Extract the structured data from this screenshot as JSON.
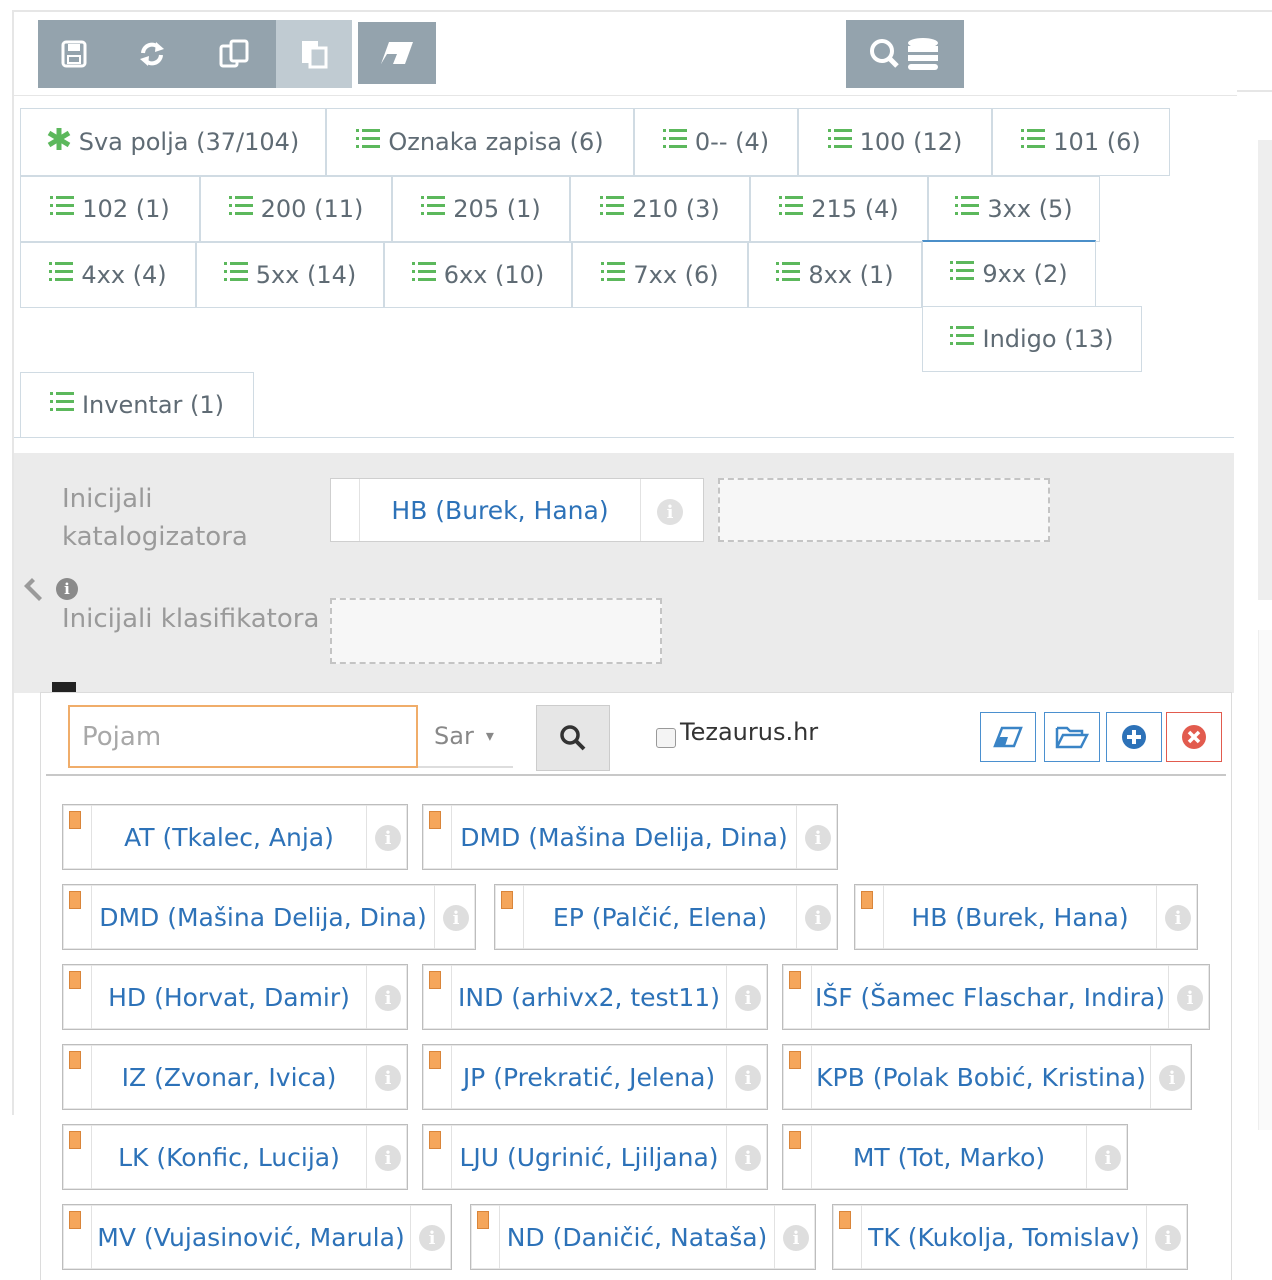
{
  "toolbar": {
    "save_icon": "save-icon",
    "refresh_icon": "refresh-icon",
    "copy_icon": "copy-icon",
    "paste_icon": "paste-icon",
    "eraser_icon": "eraser-icon",
    "search_db_icon": "search-database-icon"
  },
  "tabs": [
    {
      "label": "Sva polja (37/104)",
      "icon": "asterisk-icon"
    },
    {
      "label": "Oznaka zapisa (6)",
      "icon": "list-icon"
    },
    {
      "label": "0-- (4)",
      "icon": "list-icon"
    },
    {
      "label": "100 (12)",
      "icon": "list-icon"
    },
    {
      "label": "101 (6)",
      "icon": "list-icon"
    },
    {
      "label": "102 (1)",
      "icon": "list-icon"
    },
    {
      "label": "200 (11)",
      "icon": "list-icon"
    },
    {
      "label": "205 (1)",
      "icon": "list-icon"
    },
    {
      "label": "210 (3)",
      "icon": "list-icon"
    },
    {
      "label": "215 (4)",
      "icon": "list-icon"
    },
    {
      "label": "3xx (5)",
      "icon": "list-icon"
    },
    {
      "label": "4xx (4)",
      "icon": "list-icon"
    },
    {
      "label": "5xx (14)",
      "icon": "list-icon"
    },
    {
      "label": "6xx (10)",
      "icon": "list-icon"
    },
    {
      "label": "7xx (6)",
      "icon": "list-icon"
    },
    {
      "label": "8xx (1)",
      "icon": "list-icon"
    },
    {
      "label": "9xx (2)",
      "icon": "list-icon",
      "active": true
    },
    {
      "label": "Indigo (13)",
      "icon": "list-icon"
    },
    {
      "label": "Inventar (1)",
      "icon": "list-icon"
    }
  ],
  "fields": {
    "cataloguer_label": "Inicijali katalogizatora",
    "cataloguer_value": "HB (Burek, Hana)",
    "classifier_label": "Inicijali klasifikatora"
  },
  "popup": {
    "search_placeholder": "Pojam",
    "select_value": "Sar",
    "thesaurus_label": "Tezaurus.hr",
    "thesaurus_checked": false,
    "people": [
      "AT (Tkalec, Anja)",
      "DMD (Mašina Delija, Dina)",
      "DMD (Mašina Delija, Dina)",
      "EP (Palčić, Elena)",
      "HB (Burek, Hana)",
      "HD (Horvat, Damir)",
      "IND (arhivx2, test11)",
      "IŠF (Šamec Flaschar, Indira)",
      "IZ (Zvonar, Ivica)",
      "JP (Prekratić, Jelena)",
      "KPB (Polak Bobić, Kristina)",
      "LK (Konfic, Lucija)",
      "LJU (Ugrinić, Ljiljana)",
      "MT (Tot, Marko)",
      "MV (Vujasinović, Marula)",
      "ND (Daničić, Nataša)",
      "TK (Kukolja, Tomislav)"
    ]
  },
  "colors": {
    "toolbar_bg": "#94a3ad",
    "link_blue": "#2d72b8",
    "list_icon_green": "#5cb85c",
    "flag_orange": "#f5a65b",
    "input_focus": "#f0ad6a",
    "close_red": "#e25b4e"
  }
}
